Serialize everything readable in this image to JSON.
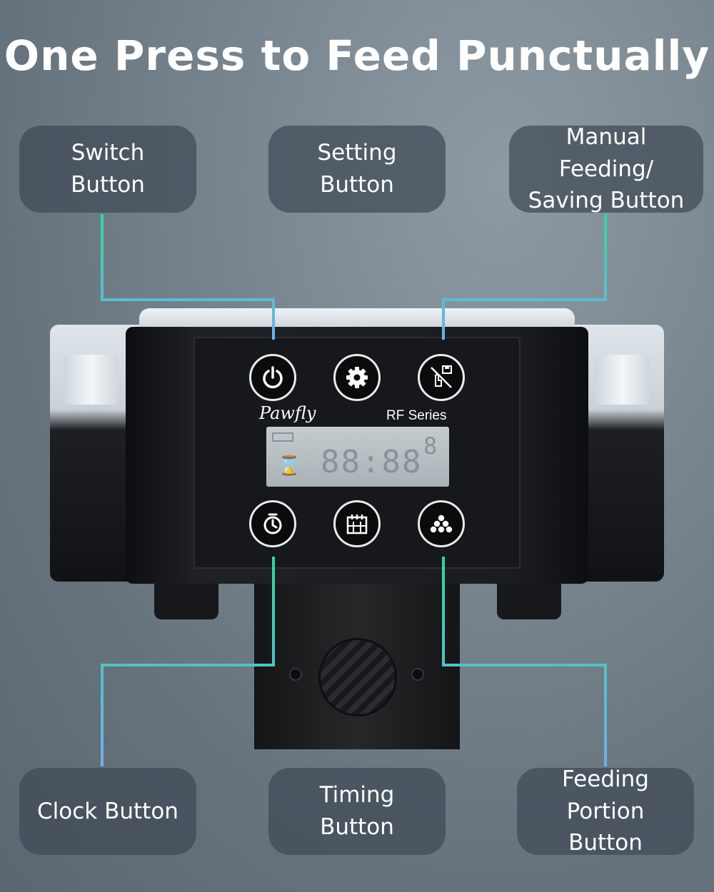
{
  "headline": "One Press to Feed Punctually",
  "callouts": {
    "switch": "Switch Button",
    "setting": "Setting Button",
    "manual": "Manual Feeding/ Saving Button",
    "clock": "Clock Button",
    "timing": "Timing Button",
    "portion": "Feeding Portion Button"
  },
  "device": {
    "brand": "Pawfly",
    "series": "RF Series",
    "display_digits": "88:88",
    "display_portion": "8"
  },
  "colors": {
    "line_green": "#2fd7a0",
    "line_blue": "#6fb0ea",
    "callout_bg": "#3e4a54"
  },
  "icons": {
    "switch": "power-icon",
    "setting": "gear-icon",
    "manual": "hand-save-icon",
    "clock": "stopwatch-icon",
    "timing": "calendar-icon",
    "portion": "portion-dots-icon"
  }
}
